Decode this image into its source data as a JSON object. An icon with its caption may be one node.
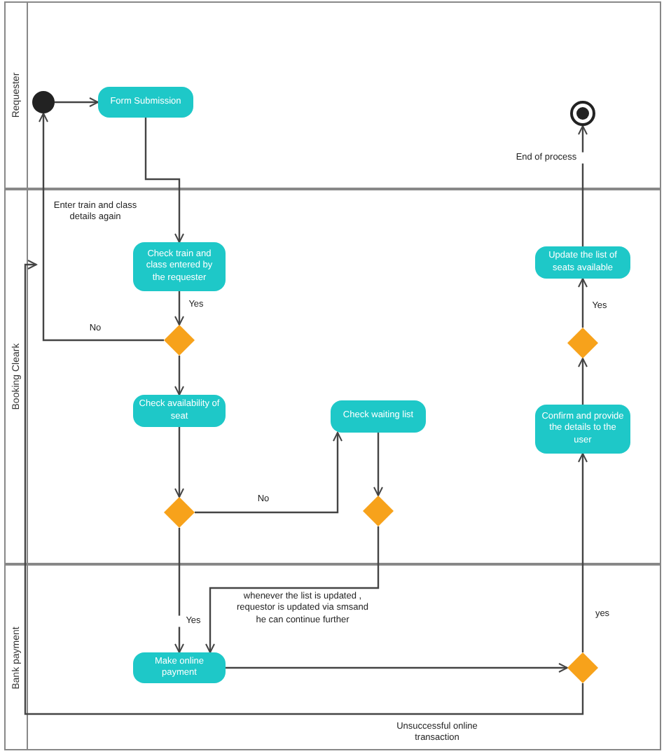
{
  "diagram": {
    "nodes": [
      {
        "text": [
          "Requester"
        ]
      },
      {
        "text": [
          "Booking Cleark"
        ]
      },
      {
        "text": [
          "Bank payment"
        ]
      },
      {
        "text": [],
        "shape": "circle",
        "in": 0
      },
      {
        "text": [
          "Form Submission"
        ],
        "in": 0
      },
      {
        "text": [],
        "shape": "bullseye",
        "in": 0
      },
      {
        "text": [
          "Check train and class entered by the requester"
        ],
        "in": 1
      },
      {
        "text": [],
        "shape": "diamond",
        "in": 1
      },
      {
        "text": [
          "Update the list of seats available"
        ],
        "in": 1
      },
      {
        "text": [],
        "shape": "diamond",
        "in": 1
      },
      {
        "text": [
          "Check availability of seat"
        ],
        "in": 1
      },
      {
        "text": [
          "Check waiting list"
        ],
        "in": 1
      },
      {
        "text": [
          "Confirm and provide the details to the user"
        ],
        "in": 1
      },
      {
        "text": [],
        "shape": "diamond",
        "in": 1
      },
      {
        "text": [],
        "shape": "diamond",
        "in": 1
      },
      {
        "text": [
          "Make online payment"
        ],
        "in": 2
      },
      {
        "text": [],
        "shape": "diamond",
        "in": 2
      }
    ],
    "edges": [
      {
        "from": 3,
        "to": 4,
        "arrow": "to"
      },
      {
        "from": 4,
        "to": 6,
        "arrow": "to"
      },
      {
        "from": 6,
        "to": 7,
        "arrow": "to",
        "label": "Yes"
      },
      {
        "from": 7,
        "to": 3,
        "arrow": "to",
        "label": "No"
      },
      {
        "from": 7,
        "to": 10,
        "arrow": "to"
      },
      {
        "from": 10,
        "to": 13,
        "arrow": "to"
      },
      {
        "from": 13,
        "to": 11,
        "arrow": "to",
        "label": "No"
      },
      {
        "from": 11,
        "to": 14,
        "arrow": "to"
      },
      {
        "from": 14,
        "to": 15,
        "arrow": "to"
      },
      {
        "from": 13,
        "to": 15,
        "arrow": "to",
        "label": "Yes"
      },
      {
        "from": 15,
        "to": 16,
        "arrow": "to"
      },
      {
        "from": 16,
        "to": 12,
        "arrow": "to",
        "label": "yes"
      },
      {
        "from": 12,
        "to": 9,
        "arrow": "to"
      },
      {
        "from": 9,
        "to": 8,
        "arrow": "to",
        "label": "Yes"
      },
      {
        "from": 8,
        "to": 5,
        "arrow": "to",
        "label": "End of process"
      },
      {
        "from": 16,
        "to": 1,
        "arrow": "to",
        "label": "Unsuccessful online transaction"
      }
    ],
    "labels": [
      "Enter train and class details again",
      "whenever the list is updated , requestor is updated via smsand he can continue further"
    ]
  }
}
